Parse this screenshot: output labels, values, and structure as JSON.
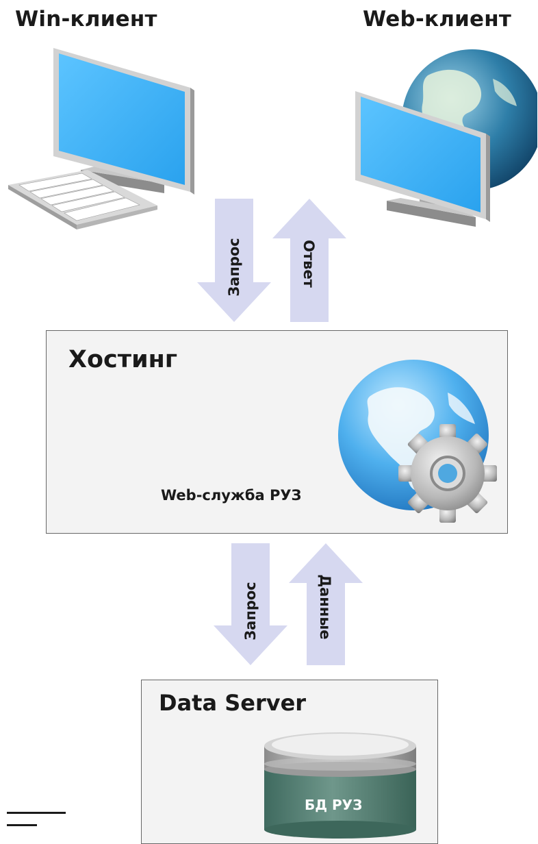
{
  "clients": {
    "win_label": "Win-клиент",
    "web_label": "Web-клиент"
  },
  "top_arrows": {
    "request": "Запрос",
    "response": "Ответ"
  },
  "hosting": {
    "title": "Хостинг",
    "service_label": "Web-служба РУЗ"
  },
  "bottom_arrows": {
    "request": "Запрос",
    "data": "Данные"
  },
  "data_server": {
    "title": "Data Server",
    "db_label": "БД  РУЗ"
  },
  "colors": {
    "arrow_fill": "#d6d8f0",
    "box_fill": "#f3f3f3",
    "screen_blue": "#3ab0f5",
    "db_green": "#5d8579"
  },
  "icons": [
    "desktop-computer-icon",
    "keyboard-icon",
    "monitor-icon",
    "earth-globe-icon",
    "web-service-globe-icon",
    "gear-icon",
    "database-cylinder-icon",
    "menu-lines-icon"
  ]
}
